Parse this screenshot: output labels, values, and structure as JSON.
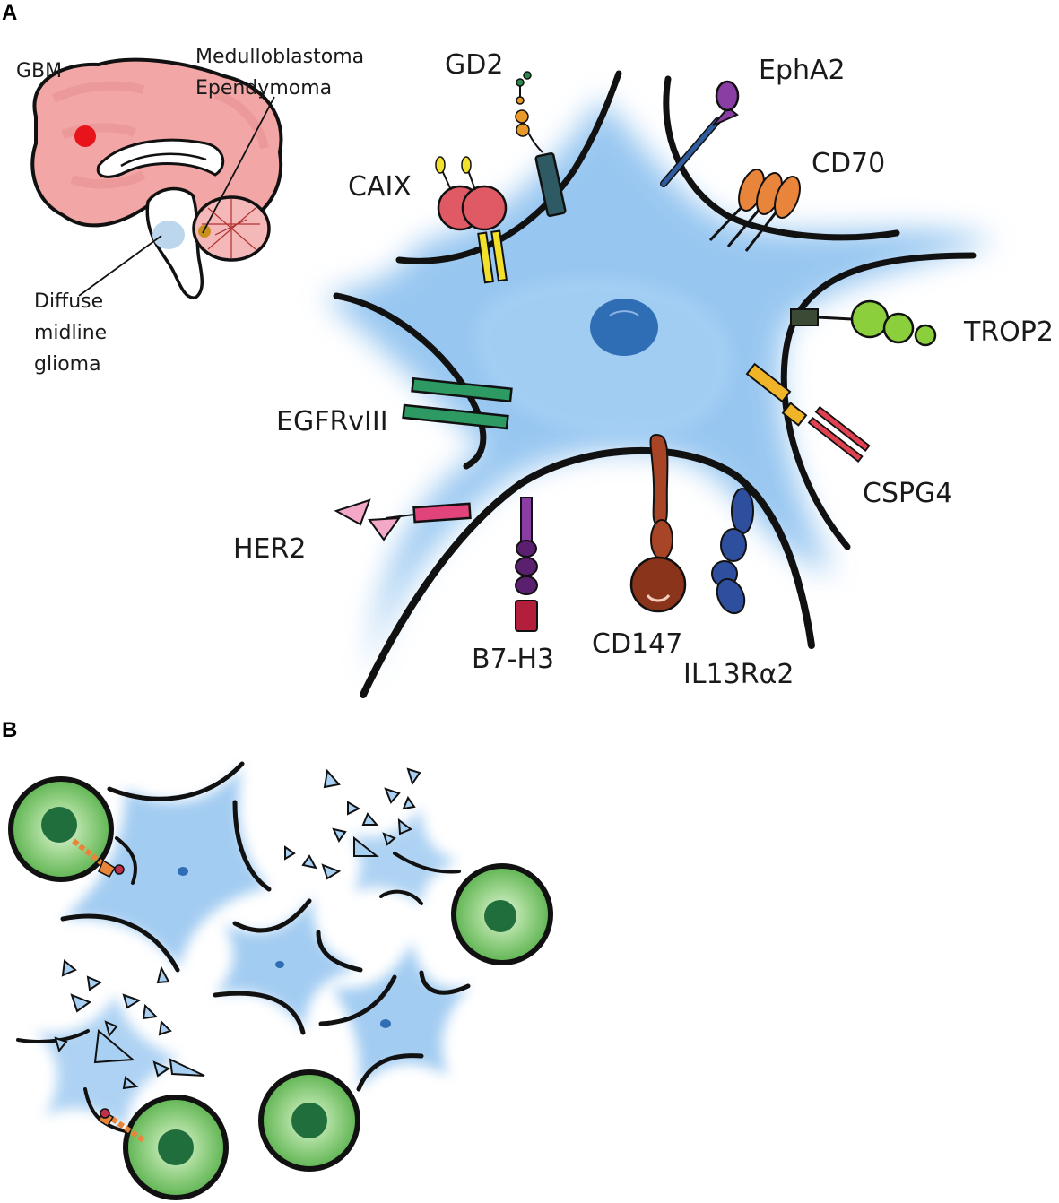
{
  "panels": {
    "a": "A",
    "b": "B"
  },
  "brain_labels": {
    "gbm": "GBM",
    "medulloblastoma": "Medulloblastoma",
    "ependymoma": "Ependymoma",
    "dmg_line1": "Diffuse",
    "dmg_line2": "midline",
    "dmg_line3": "glioma"
  },
  "antigens": {
    "gd2": "GD2",
    "epha2": "EphA2",
    "cd70": "CD70",
    "caix": "CAIX",
    "trop2": "TROP2",
    "egfrviii": "EGFRvIII",
    "cspg4": "CSPG4",
    "her2": "HER2",
    "b7h3": "B7-H3",
    "cd147": "CD147",
    "il13ra2": "IL13Rα2"
  },
  "colors": {
    "tumor_cell": "#7fb6ea",
    "nucleus": "#2f6db5",
    "brain": "#f2a6a6",
    "gbm_dot": "#e8141c",
    "car_t_cell": "#7fcf6e",
    "car_t_nucleus": "#1f6e3c",
    "egfr": "#2e9a63",
    "her2": "#e0447a",
    "b7h3": "#5a1f6e",
    "cd147": "#a84526",
    "il13ra2": "#2e4f9e",
    "caix": "#e05a66",
    "epha2": "#8a3da3",
    "cd70": "#e8853a",
    "trop2": "#8ccf3c",
    "cspg4": "#f0b428"
  }
}
